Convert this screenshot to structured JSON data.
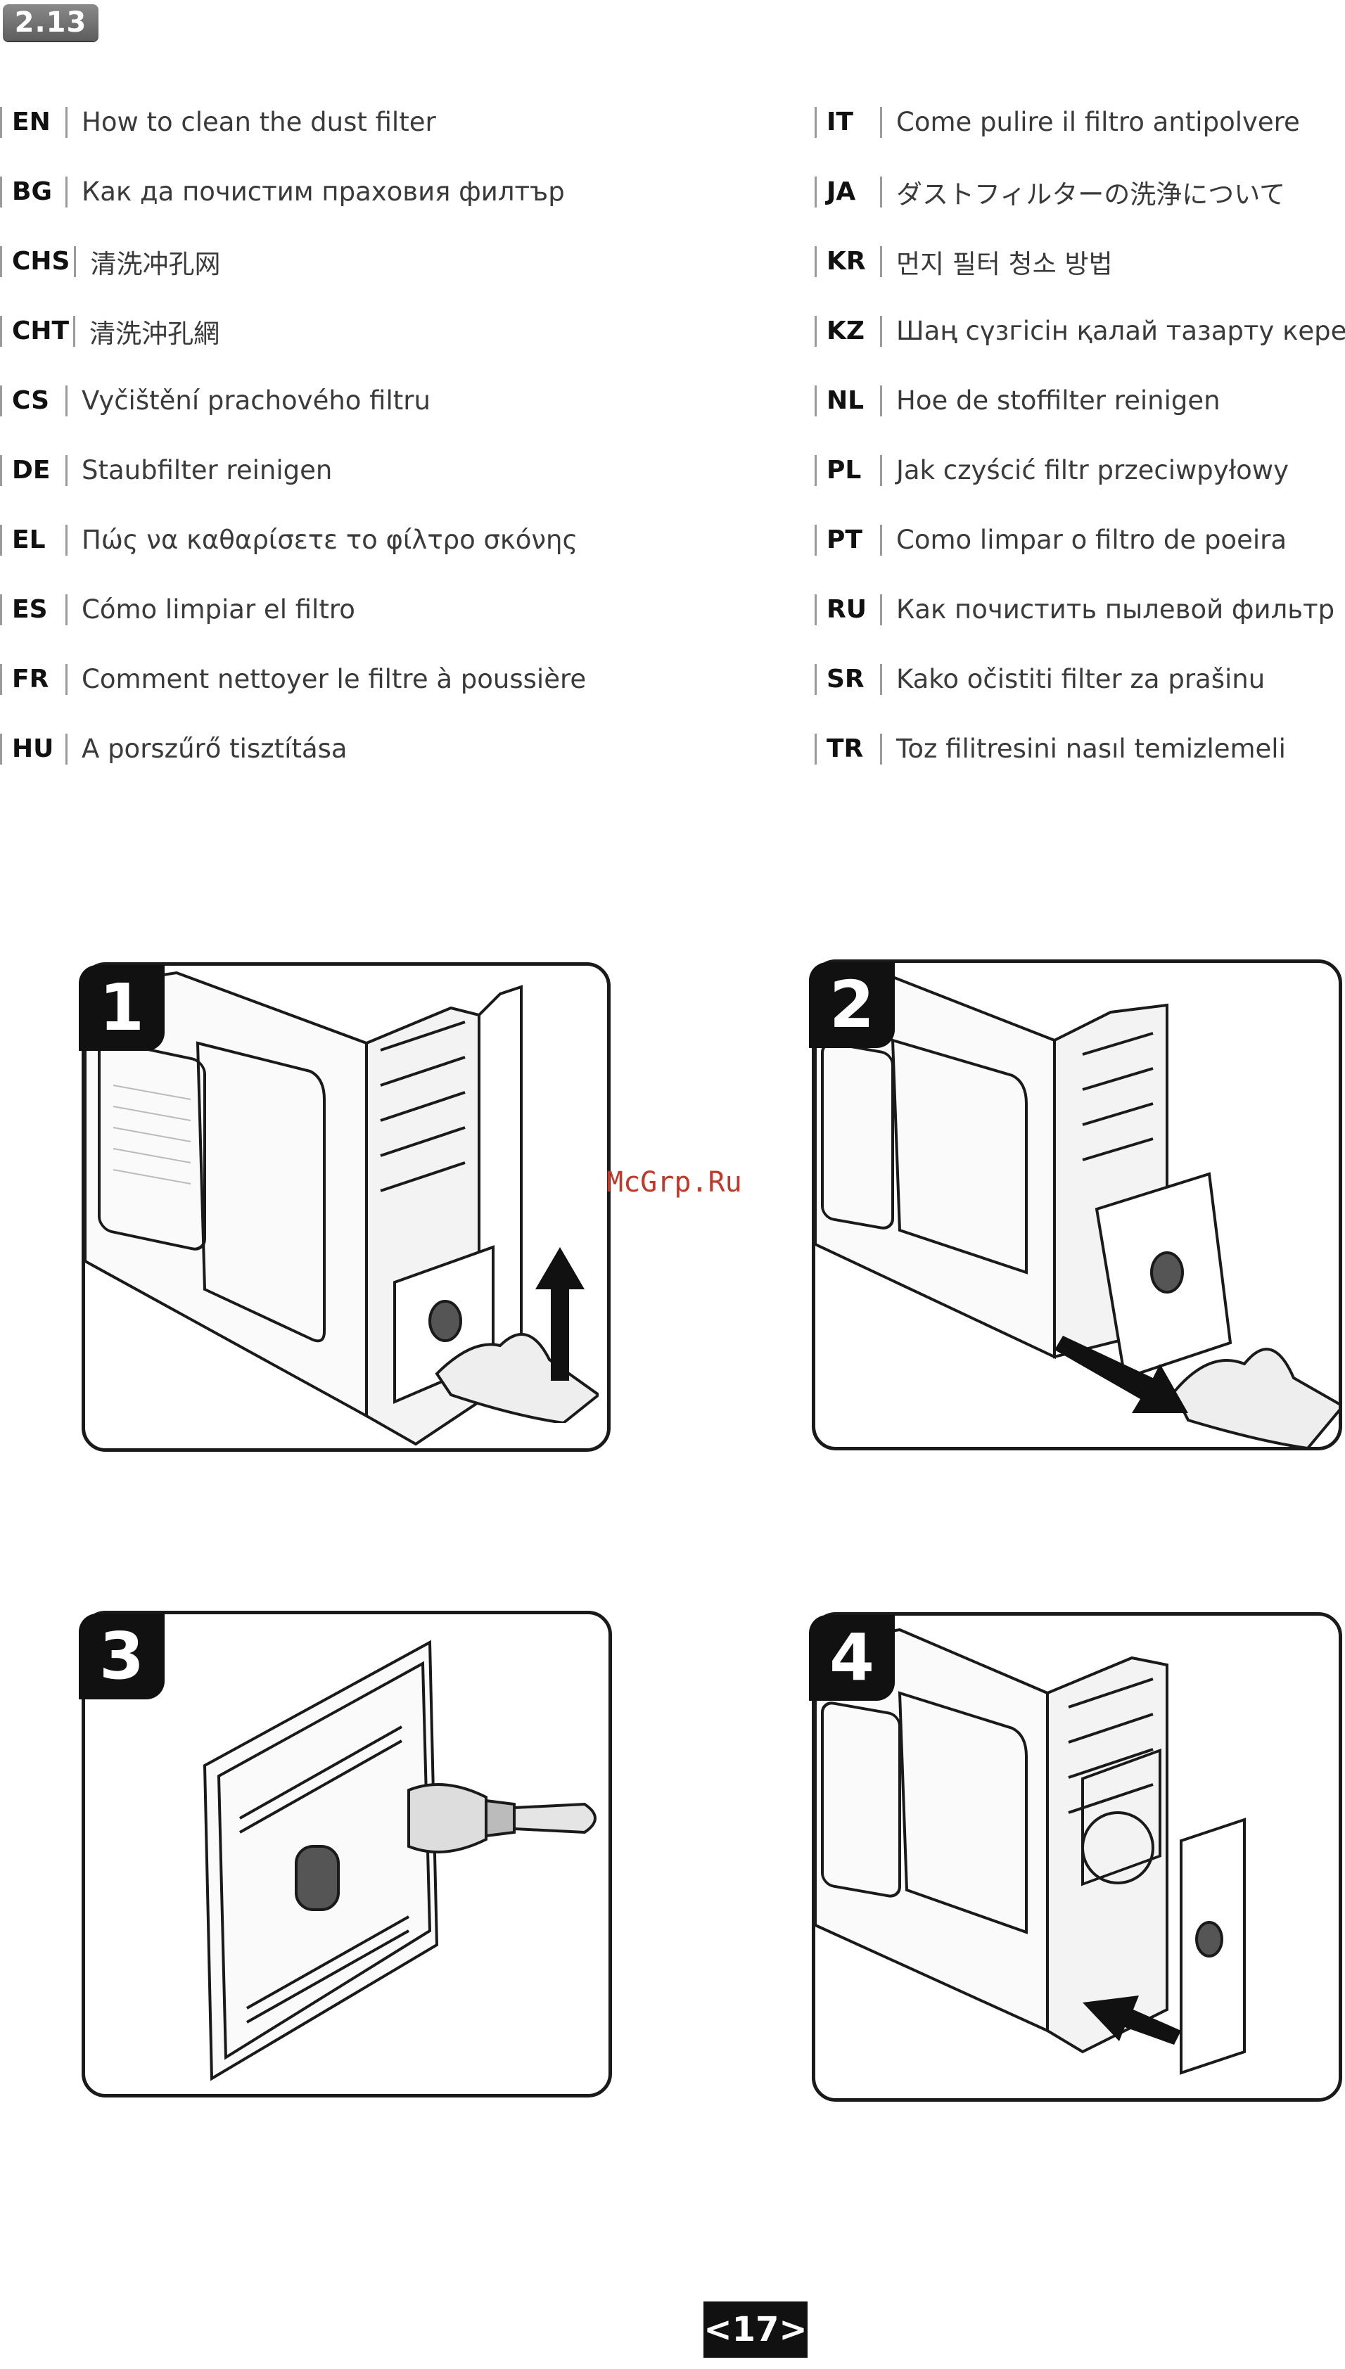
{
  "section": "2.13",
  "languages_left": [
    {
      "code": "EN",
      "text": "How to clean the dust filter"
    },
    {
      "code": "BG",
      "text": "Как да почистим праховия филтър"
    },
    {
      "code": "CHS",
      "text": "清洗冲孔网"
    },
    {
      "code": "CHT",
      "text": "清洗沖孔網"
    },
    {
      "code": "CS",
      "text": "Vyčištění prachového filtru"
    },
    {
      "code": "DE",
      "text": "Staubfilter reinigen"
    },
    {
      "code": "EL",
      "text": "Πώς να καθαρίσετε το φίλτρο σκόνης"
    },
    {
      "code": "ES",
      "text": "Cómo limpiar el filtro"
    },
    {
      "code": "FR",
      "text": "Comment nettoyer le filtre à poussière"
    },
    {
      "code": "HU",
      "text": "A porszűrő tisztítása"
    }
  ],
  "languages_right": [
    {
      "code": "IT",
      "text": "Come pulire il filtro antipolvere"
    },
    {
      "code": "JA",
      "text": "ダストフィルターの洗浄について"
    },
    {
      "code": "KR",
      "text": "먼지 필터 청소 방법"
    },
    {
      "code": "KZ",
      "text": "Шаң сүзгісін қалай тазарту керек"
    },
    {
      "code": "NL",
      "text": "Hoe de stoffilter reinigen"
    },
    {
      "code": "PL",
      "text": "Jak czyścić filtr przeciwpyłowy"
    },
    {
      "code": "PT",
      "text": "Como limpar o filtro de poeira"
    },
    {
      "code": "RU",
      "text": "Как почистить пылевой фильтр"
    },
    {
      "code": "SR",
      "text": "Kako očistiti filter za prašinu"
    },
    {
      "code": "TR",
      "text": "Toz filitresini nasıl temizlemeli"
    }
  ],
  "steps": [
    {
      "number": "1",
      "icon": "push-up-arrow-icon"
    },
    {
      "number": "2",
      "icon": "pull-out-arrow-icon"
    },
    {
      "number": "3",
      "icon": "brush-icon"
    },
    {
      "number": "4",
      "icon": "insert-arrow-icon"
    }
  ],
  "watermark": "McGrp.Ru",
  "page_number": "<17>"
}
